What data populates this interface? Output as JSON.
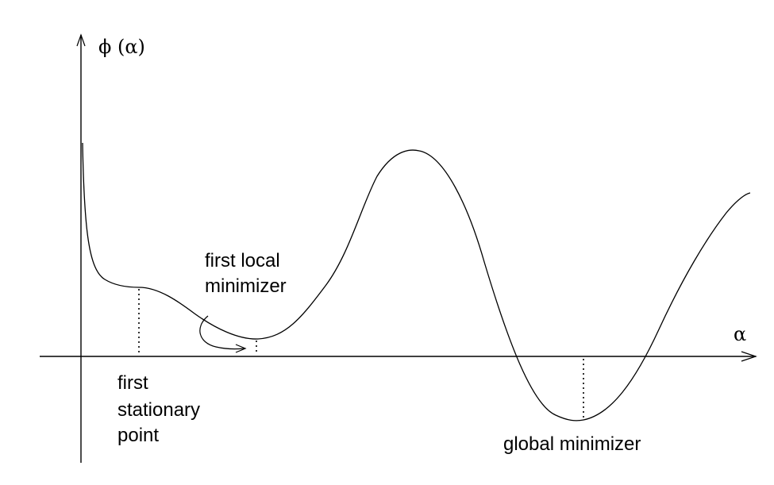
{
  "axes": {
    "y_label": "ϕ (α)",
    "x_label": "α"
  },
  "annotations": {
    "first_local_minimizer": [
      "first local",
      "minimizer"
    ],
    "first_stationary_point": [
      "first",
      "stationary",
      "point"
    ],
    "global_minimizer": "global minimizer"
  },
  "colors": {
    "ink": "#000000",
    "background": "#ffffff"
  }
}
